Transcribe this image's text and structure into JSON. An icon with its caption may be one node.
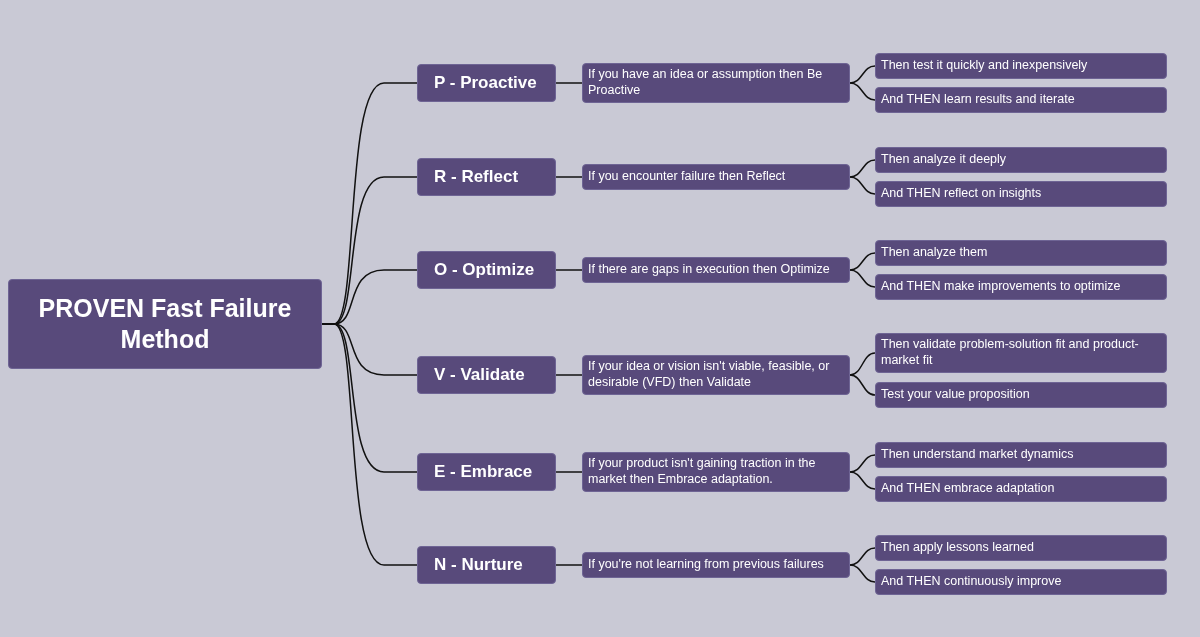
{
  "diagram": {
    "nodes": [
      {
        "text": [
          "PROVEN Fast Failure Method"
        ]
      },
      {
        "text": [
          "P - Proactive"
        ]
      },
      {
        "text": [
          "If you have an idea or assumption then Be Proactive"
        ]
      },
      {
        "text": [
          "Then test it quickly and inexpensively"
        ]
      },
      {
        "text": [
          "And THEN learn results and iterate"
        ]
      },
      {
        "text": [
          "R - Reflect"
        ]
      },
      {
        "text": [
          "If you encounter failure then Reflect"
        ]
      },
      {
        "text": [
          "Then analyze it deeply"
        ]
      },
      {
        "text": [
          "And THEN reflect on insights"
        ]
      },
      {
        "text": [
          "O - Optimize"
        ]
      },
      {
        "text": [
          "If there are gaps in execution then Optimize"
        ]
      },
      {
        "text": [
          "Then analyze them"
        ]
      },
      {
        "text": [
          "And THEN make improvements to optimize"
        ]
      },
      {
        "text": [
          "V - Validate"
        ]
      },
      {
        "text": [
          "If your idea or vision isn't viable, feasible, or desirable (VFD) then Validate"
        ]
      },
      {
        "text": [
          "Then validate problem-solution fit and product-market fit"
        ]
      },
      {
        "text": [
          "Test your value proposition"
        ]
      },
      {
        "text": [
          "E - Embrace"
        ]
      },
      {
        "text": [
          "If your product isn't gaining traction in the market then Embrace adaptation."
        ]
      },
      {
        "text": [
          "Then understand market dynamics"
        ]
      },
      {
        "text": [
          "And THEN embrace adaptation"
        ]
      },
      {
        "text": [
          "N - Nurture"
        ]
      },
      {
        "text": [
          "If you're not learning from previous failures"
        ]
      },
      {
        "text": [
          "Then apply lessons learned"
        ]
      },
      {
        "text": [
          "And THEN continuously improve"
        ]
      }
    ],
    "edges": [
      {
        "from": 0,
        "to": 1,
        "arrow": "none"
      },
      {
        "from": 1,
        "to": 2,
        "arrow": "none"
      },
      {
        "from": 2,
        "to": 3,
        "arrow": "none"
      },
      {
        "from": 2,
        "to": 4,
        "arrow": "none"
      },
      {
        "from": 0,
        "to": 5,
        "arrow": "none"
      },
      {
        "from": 5,
        "to": 6,
        "arrow": "none"
      },
      {
        "from": 6,
        "to": 7,
        "arrow": "none"
      },
      {
        "from": 6,
        "to": 8,
        "arrow": "none"
      },
      {
        "from": 0,
        "to": 9,
        "arrow": "none"
      },
      {
        "from": 9,
        "to": 10,
        "arrow": "none"
      },
      {
        "from": 10,
        "to": 11,
        "arrow": "none"
      },
      {
        "from": 10,
        "to": 12,
        "arrow": "none"
      },
      {
        "from": 0,
        "to": 13,
        "arrow": "none"
      },
      {
        "from": 13,
        "to": 14,
        "arrow": "none"
      },
      {
        "from": 14,
        "to": 15,
        "arrow": "none"
      },
      {
        "from": 14,
        "to": 16,
        "arrow": "none"
      },
      {
        "from": 0,
        "to": 17,
        "arrow": "none"
      },
      {
        "from": 17,
        "to": 18,
        "arrow": "none"
      },
      {
        "from": 18,
        "to": 19,
        "arrow": "none"
      },
      {
        "from": 18,
        "to": 20,
        "arrow": "none"
      },
      {
        "from": 0,
        "to": 21,
        "arrow": "none"
      },
      {
        "from": 21,
        "to": 22,
        "arrow": "none"
      },
      {
        "from": 22,
        "to": 23,
        "arrow": "none"
      },
      {
        "from": 22,
        "to": 24,
        "arrow": "none"
      }
    ]
  }
}
